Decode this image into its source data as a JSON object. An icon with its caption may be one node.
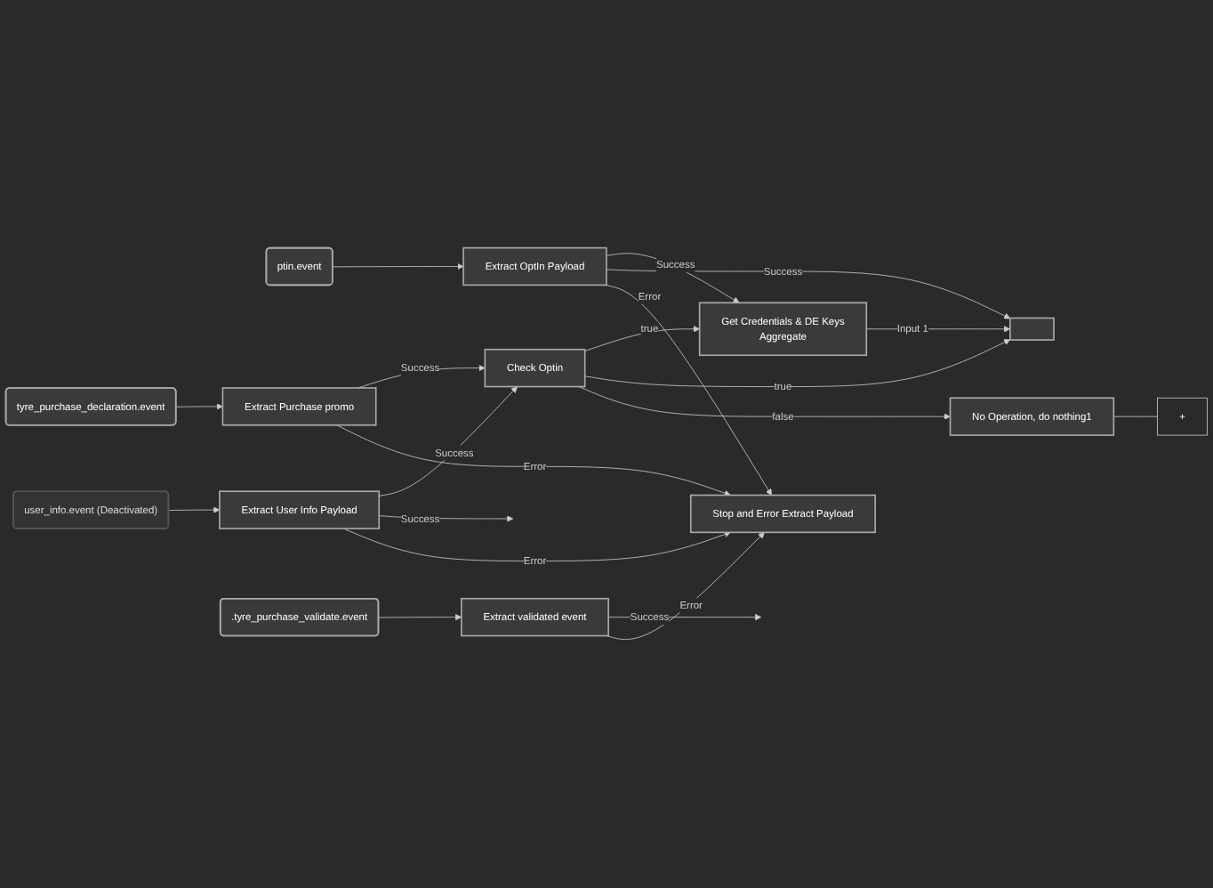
{
  "diagram": {
    "nodes": [
      {
        "text": [
          "ptin.event"
        ]
      },
      {
        "text": [
          "Extract OptIn Payload"
        ]
      },
      {
        "text": [
          "tyre_purchase_declaration.event"
        ]
      },
      {
        "text": [
          "Extract Purchase promo"
        ]
      },
      {
        "text": [
          "user_info.event (Deactivated)"
        ]
      },
      {
        "text": [
          "Extract User Info Payload"
        ]
      },
      {
        "text": [
          ".tyre_purchase_validate.event"
        ]
      },
      {
        "text": [
          "Extract validated event"
        ]
      },
      {
        "text": [
          "Check Optin"
        ]
      },
      {
        "text": [
          "Stop and Error Extract Payload"
        ]
      },
      {
        "text": [
          "Get Credentials & DE Keys",
          "Aggregate"
        ]
      },
      {
        "text": [],
        "shape": "box"
      },
      {
        "text": [
          "No Operation, do nothing1"
        ]
      },
      {
        "text": [
          "+"
        ]
      }
    ],
    "edges": [
      {
        "from": 0,
        "to": 1,
        "arrow": "to"
      },
      {
        "from": 2,
        "to": 3,
        "arrow": "to"
      },
      {
        "from": 4,
        "to": 5,
        "arrow": "to"
      },
      {
        "from": 6,
        "to": 7,
        "arrow": "to"
      },
      {
        "from": 1,
        "to": 10,
        "label": "Success",
        "arrow": "to"
      },
      {
        "from": 1,
        "to": 11,
        "label": "Success",
        "arrow": "to"
      },
      {
        "from": 1,
        "to": 9,
        "label": "Error",
        "arrow": "to"
      },
      {
        "from": 3,
        "to": 8,
        "label": "Success",
        "arrow": "to"
      },
      {
        "from": 3,
        "to": 9,
        "label": "Error",
        "arrow": "to"
      },
      {
        "from": 5,
        "to": 8,
        "label": "Success",
        "arrow": "to"
      },
      {
        "from": 5,
        "to": null,
        "label": "Success",
        "arrow": "to"
      },
      {
        "from": 5,
        "to": 9,
        "label": "Error",
        "arrow": "to"
      },
      {
        "from": 7,
        "to": null,
        "label": "Success",
        "arrow": "to"
      },
      {
        "from": 7,
        "to": 9,
        "label": "Error",
        "arrow": "to"
      },
      {
        "from": 8,
        "to": 10,
        "label": "true",
        "arrow": "to"
      },
      {
        "from": 8,
        "to": 11,
        "label": "true",
        "arrow": "to"
      },
      {
        "from": 8,
        "to": 12,
        "label": "false",
        "arrow": "to"
      },
      {
        "from": 10,
        "to": 11,
        "label": "Input 1",
        "arrow": "to"
      },
      {
        "from": 12,
        "to": 13,
        "arrow": "none"
      }
    ]
  }
}
